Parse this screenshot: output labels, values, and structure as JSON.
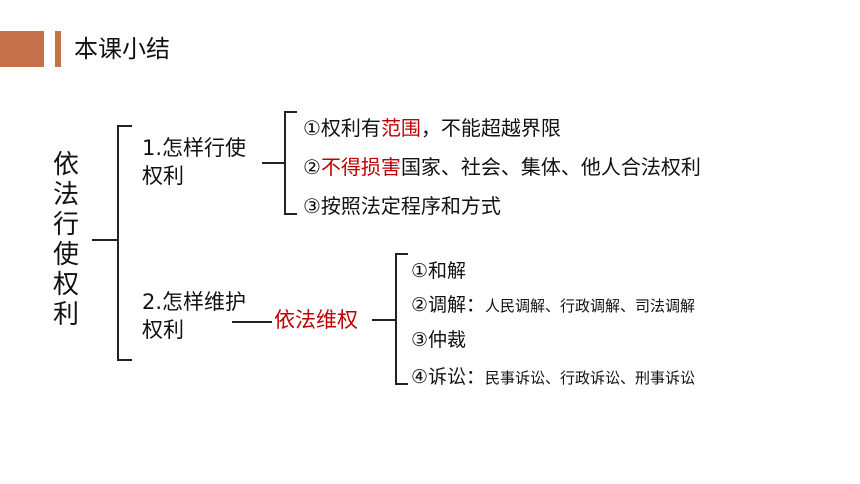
{
  "colors": {
    "accent": "#C4704A",
    "highlight": "#C00000",
    "line": "#222222"
  },
  "header": {
    "title": "本课小结"
  },
  "root": {
    "chars": [
      "依",
      "法",
      "行",
      "使",
      "权",
      "利"
    ]
  },
  "branch1": {
    "title_line1": "1.怎样行使",
    "title_line2": "权利",
    "items": [
      {
        "prefix": "①权利有",
        "highlight": "范围",
        "suffix": "，不能超越界限"
      },
      {
        "prefix": "②",
        "highlight": "不得损害",
        "suffix": "国家、社会、集体、他人合法权利"
      },
      {
        "prefix": "③按照法定程序和方式",
        "highlight": "",
        "suffix": ""
      }
    ]
  },
  "branch2": {
    "title_line1": "2.怎样维护",
    "title_line2": "权利",
    "method": "依法维权",
    "items": [
      {
        "label": "①和解",
        "detail": ""
      },
      {
        "label": "②调解：",
        "detail": "人民调解、行政调解、司法调解"
      },
      {
        "label": "③仲裁",
        "detail": ""
      },
      {
        "label": "④诉讼：",
        "detail": "民事诉讼、行政诉讼、刑事诉讼"
      }
    ]
  }
}
